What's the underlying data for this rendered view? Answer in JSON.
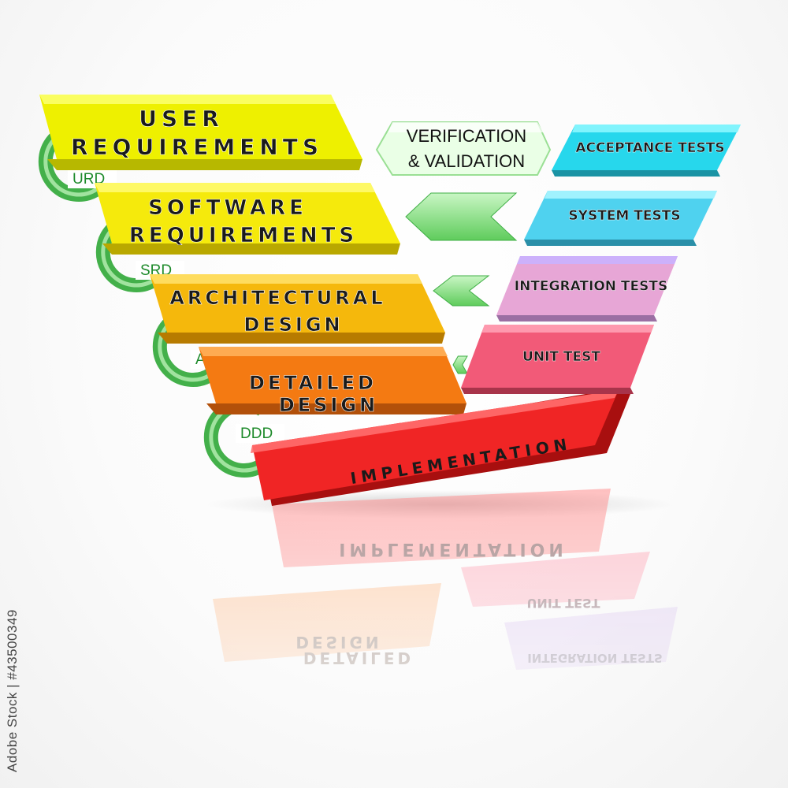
{
  "left_stages": [
    {
      "id": "user-requirements",
      "lines": [
        "USER",
        "REQUIREMENTS"
      ],
      "color_top": "#fbff6a",
      "color_mid": "#eef000",
      "color_side": "#b7b800"
    },
    {
      "id": "software-requirements",
      "lines": [
        "SOFTWARE",
        "REQUIREMENTS"
      ],
      "color_top": "#fffb70",
      "color_mid": "#f5ea0c",
      "color_side": "#b9a800"
    },
    {
      "id": "architectural-design",
      "lines": [
        "ARCHITECTURAL",
        "DESIGN"
      ],
      "color_top": "#ffe067",
      "color_mid": "#f5b80c",
      "color_side": "#b77b00"
    },
    {
      "id": "detailed-design",
      "lines": [
        "DETAILED",
        "DESIGN"
      ],
      "color_top": "#ffb05a",
      "color_mid": "#f47a12",
      "color_side": "#b2500a"
    },
    {
      "id": "implementation",
      "lines": [
        "IMPLEMENTATION"
      ],
      "color_top": "#ff6e6e",
      "color_mid": "#f02525",
      "color_side": "#a80f0f"
    }
  ],
  "right_stages": [
    {
      "id": "acceptance-tests",
      "label": "ACCEPTANCE TESTS",
      "color_top": "#8cf7ff",
      "color_mid": "#27d7ec",
      "color_side": "#1a93a4"
    },
    {
      "id": "system-tests",
      "label": "SYSTEM TESTS",
      "color_top": "#a8f5ff",
      "color_mid": "#4fd2ef",
      "color_side": "#2a8fa8"
    },
    {
      "id": "integration-tests",
      "label": "INTEGRATION TESTS",
      "color_top": "#c9b3ff",
      "color_mid": "#e7a6d6",
      "color_side": "#9b6fa3"
    },
    {
      "id": "unit-test",
      "label": "UNIT TEST",
      "color_top": "#ffa0b4",
      "color_mid": "#f25a78",
      "color_side": "#a8344a"
    }
  ],
  "documents": [
    {
      "id": "urd",
      "label": "URD"
    },
    {
      "id": "srd",
      "label": "SRD"
    },
    {
      "id": "add",
      "label": "ADD"
    },
    {
      "id": "ddd",
      "label": "DDD"
    }
  ],
  "verification": {
    "lines": [
      "VERIFICATION",
      "& VALIDATION"
    ]
  },
  "reflection": {
    "implementation": "IMPLEMENTATION",
    "unit_test": "UNIT TEST",
    "design": "DESIGN",
    "detailed": "DETAILED",
    "integration_tests": "INTEGRATION TESTS"
  },
  "watermark": "Adobe Stock | #43500349",
  "colors": {
    "arrow_green": "#8fe08a",
    "arrow_green_dark": "#3fae45",
    "doc_green": "#43b04a",
    "doc_text": "#1d8a2a"
  }
}
